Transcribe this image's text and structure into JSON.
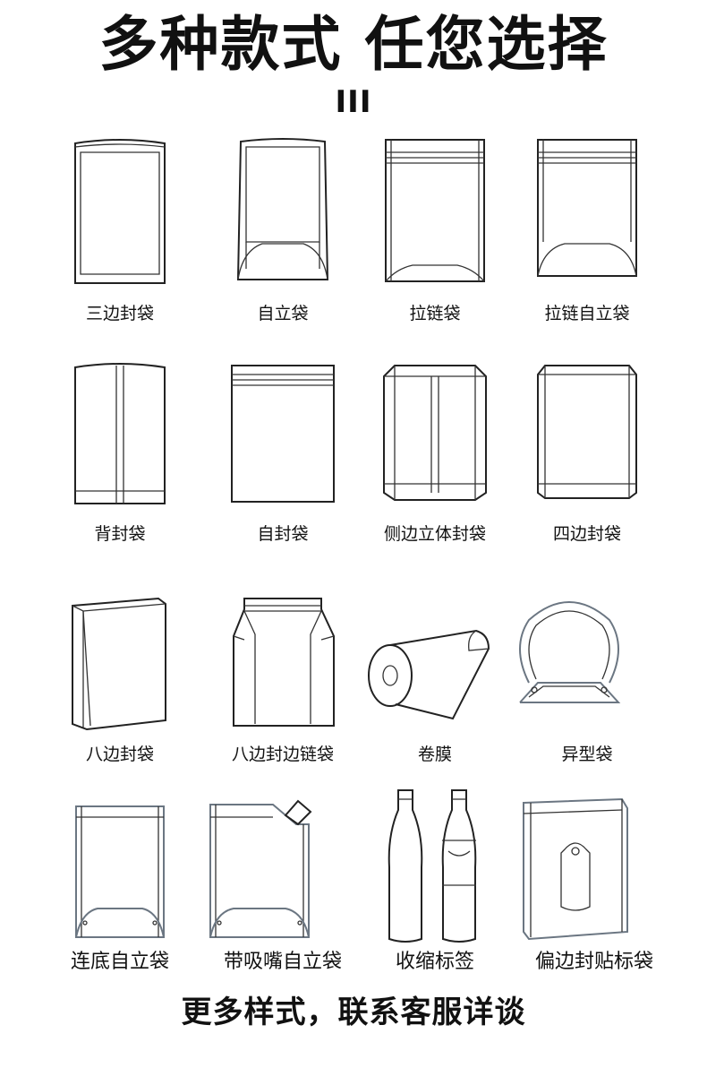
{
  "title": "多种款式 任您选择",
  "divider_mark": "III",
  "items": [
    {
      "label": "三边封袋",
      "icon": "three-side-seal-bag-icon"
    },
    {
      "label": "自立袋",
      "icon": "stand-up-pouch-icon"
    },
    {
      "label": "拉链袋",
      "icon": "zipper-bag-icon"
    },
    {
      "label": "拉链自立袋",
      "icon": "zipper-stand-up-pouch-icon"
    },
    {
      "label": "背封袋",
      "icon": "back-seal-bag-icon"
    },
    {
      "label": "自封袋",
      "icon": "self-seal-bag-icon"
    },
    {
      "label": "侧边立体封袋",
      "icon": "side-gusset-bag-icon"
    },
    {
      "label": "四边封袋",
      "icon": "four-side-seal-bag-icon"
    },
    {
      "label": "八边封袋",
      "icon": "eight-side-seal-bag-icon"
    },
    {
      "label": "八边封边链袋",
      "icon": "eight-side-zipper-bag-icon"
    },
    {
      "label": "卷膜",
      "icon": "roll-film-icon"
    },
    {
      "label": "异型袋",
      "icon": "shaped-bag-icon"
    },
    {
      "label": "连底自立袋",
      "icon": "bottom-gusset-stand-up-pouch-icon"
    },
    {
      "label": "带吸嘴自立袋",
      "icon": "spout-pouch-icon"
    },
    {
      "label": "收缩标签",
      "icon": "shrink-sleeve-label-icon"
    },
    {
      "label": "偏边封贴标袋",
      "icon": "offset-seal-hang-tag-bag-icon"
    }
  ],
  "footer": "更多样式，联系客服详谈"
}
